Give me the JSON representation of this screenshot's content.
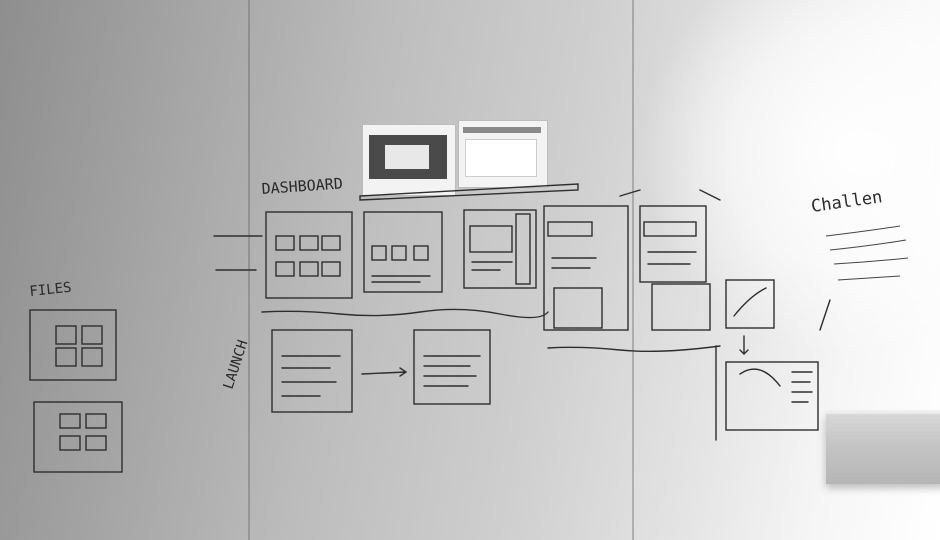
{
  "labels": {
    "dashboard": "DASHBOARD",
    "files": "FILES",
    "launch": "LAUNCH",
    "challenge": "Challen"
  }
}
